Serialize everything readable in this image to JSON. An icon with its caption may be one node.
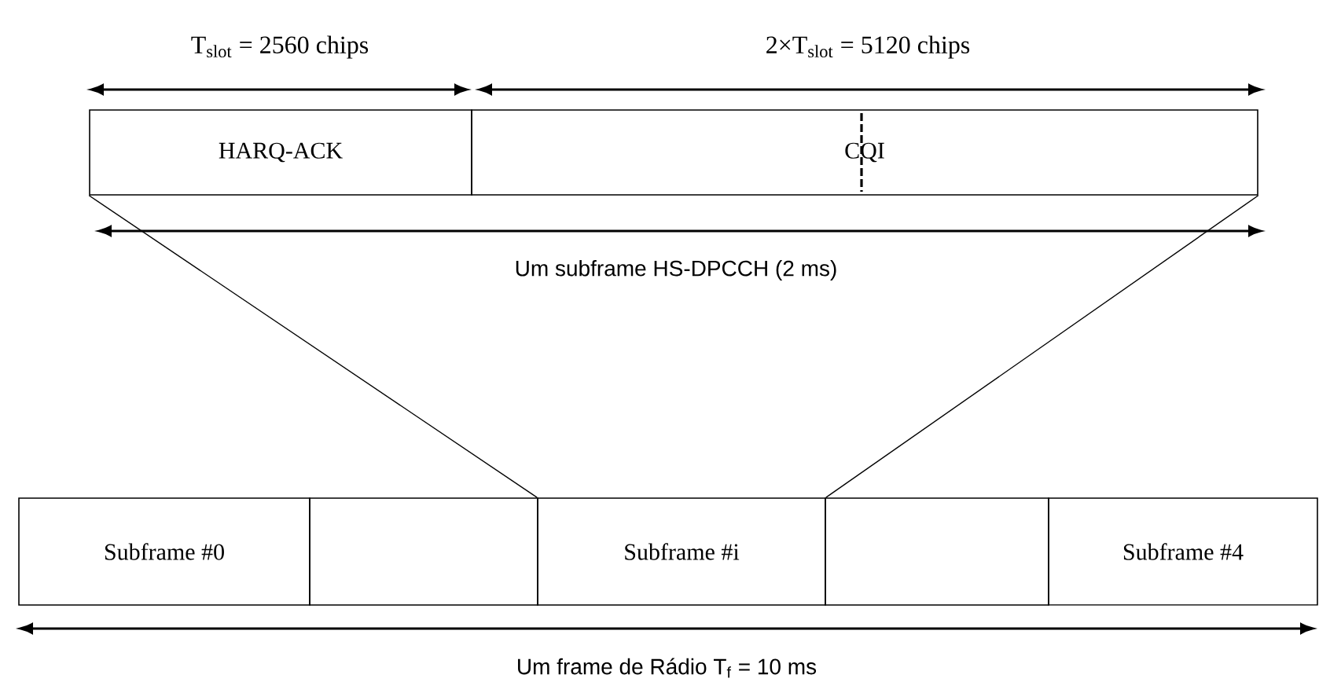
{
  "diagram": {
    "nodes": [
      {
        "text": [
          "HARQ-ACK"
        ]
      },
      {
        "text": [
          "CQI"
        ]
      },
      {
        "text": [
          "Subframe #0"
        ]
      },
      {
        "text": [],
        "shape": "box"
      },
      {
        "text": [
          "Subframe #i"
        ]
      },
      {
        "text": [],
        "shape": "box"
      },
      {
        "text": [
          "Subframe #4"
        ]
      }
    ],
    "edges": [
      {
        "from": 0,
        "to": 4,
        "arrow": "none"
      },
      {
        "from": 1,
        "to": 4,
        "arrow": "none"
      }
    ],
    "labels": [
      "T$_{slot}$ = 2560 chips",
      "2×T$_{slot}$ = 5120 chips",
      "Um subframe HS-DPCCH (2 ms)",
      "Um frame de Rádio T$_{f}$ = 10 ms"
    ]
  }
}
